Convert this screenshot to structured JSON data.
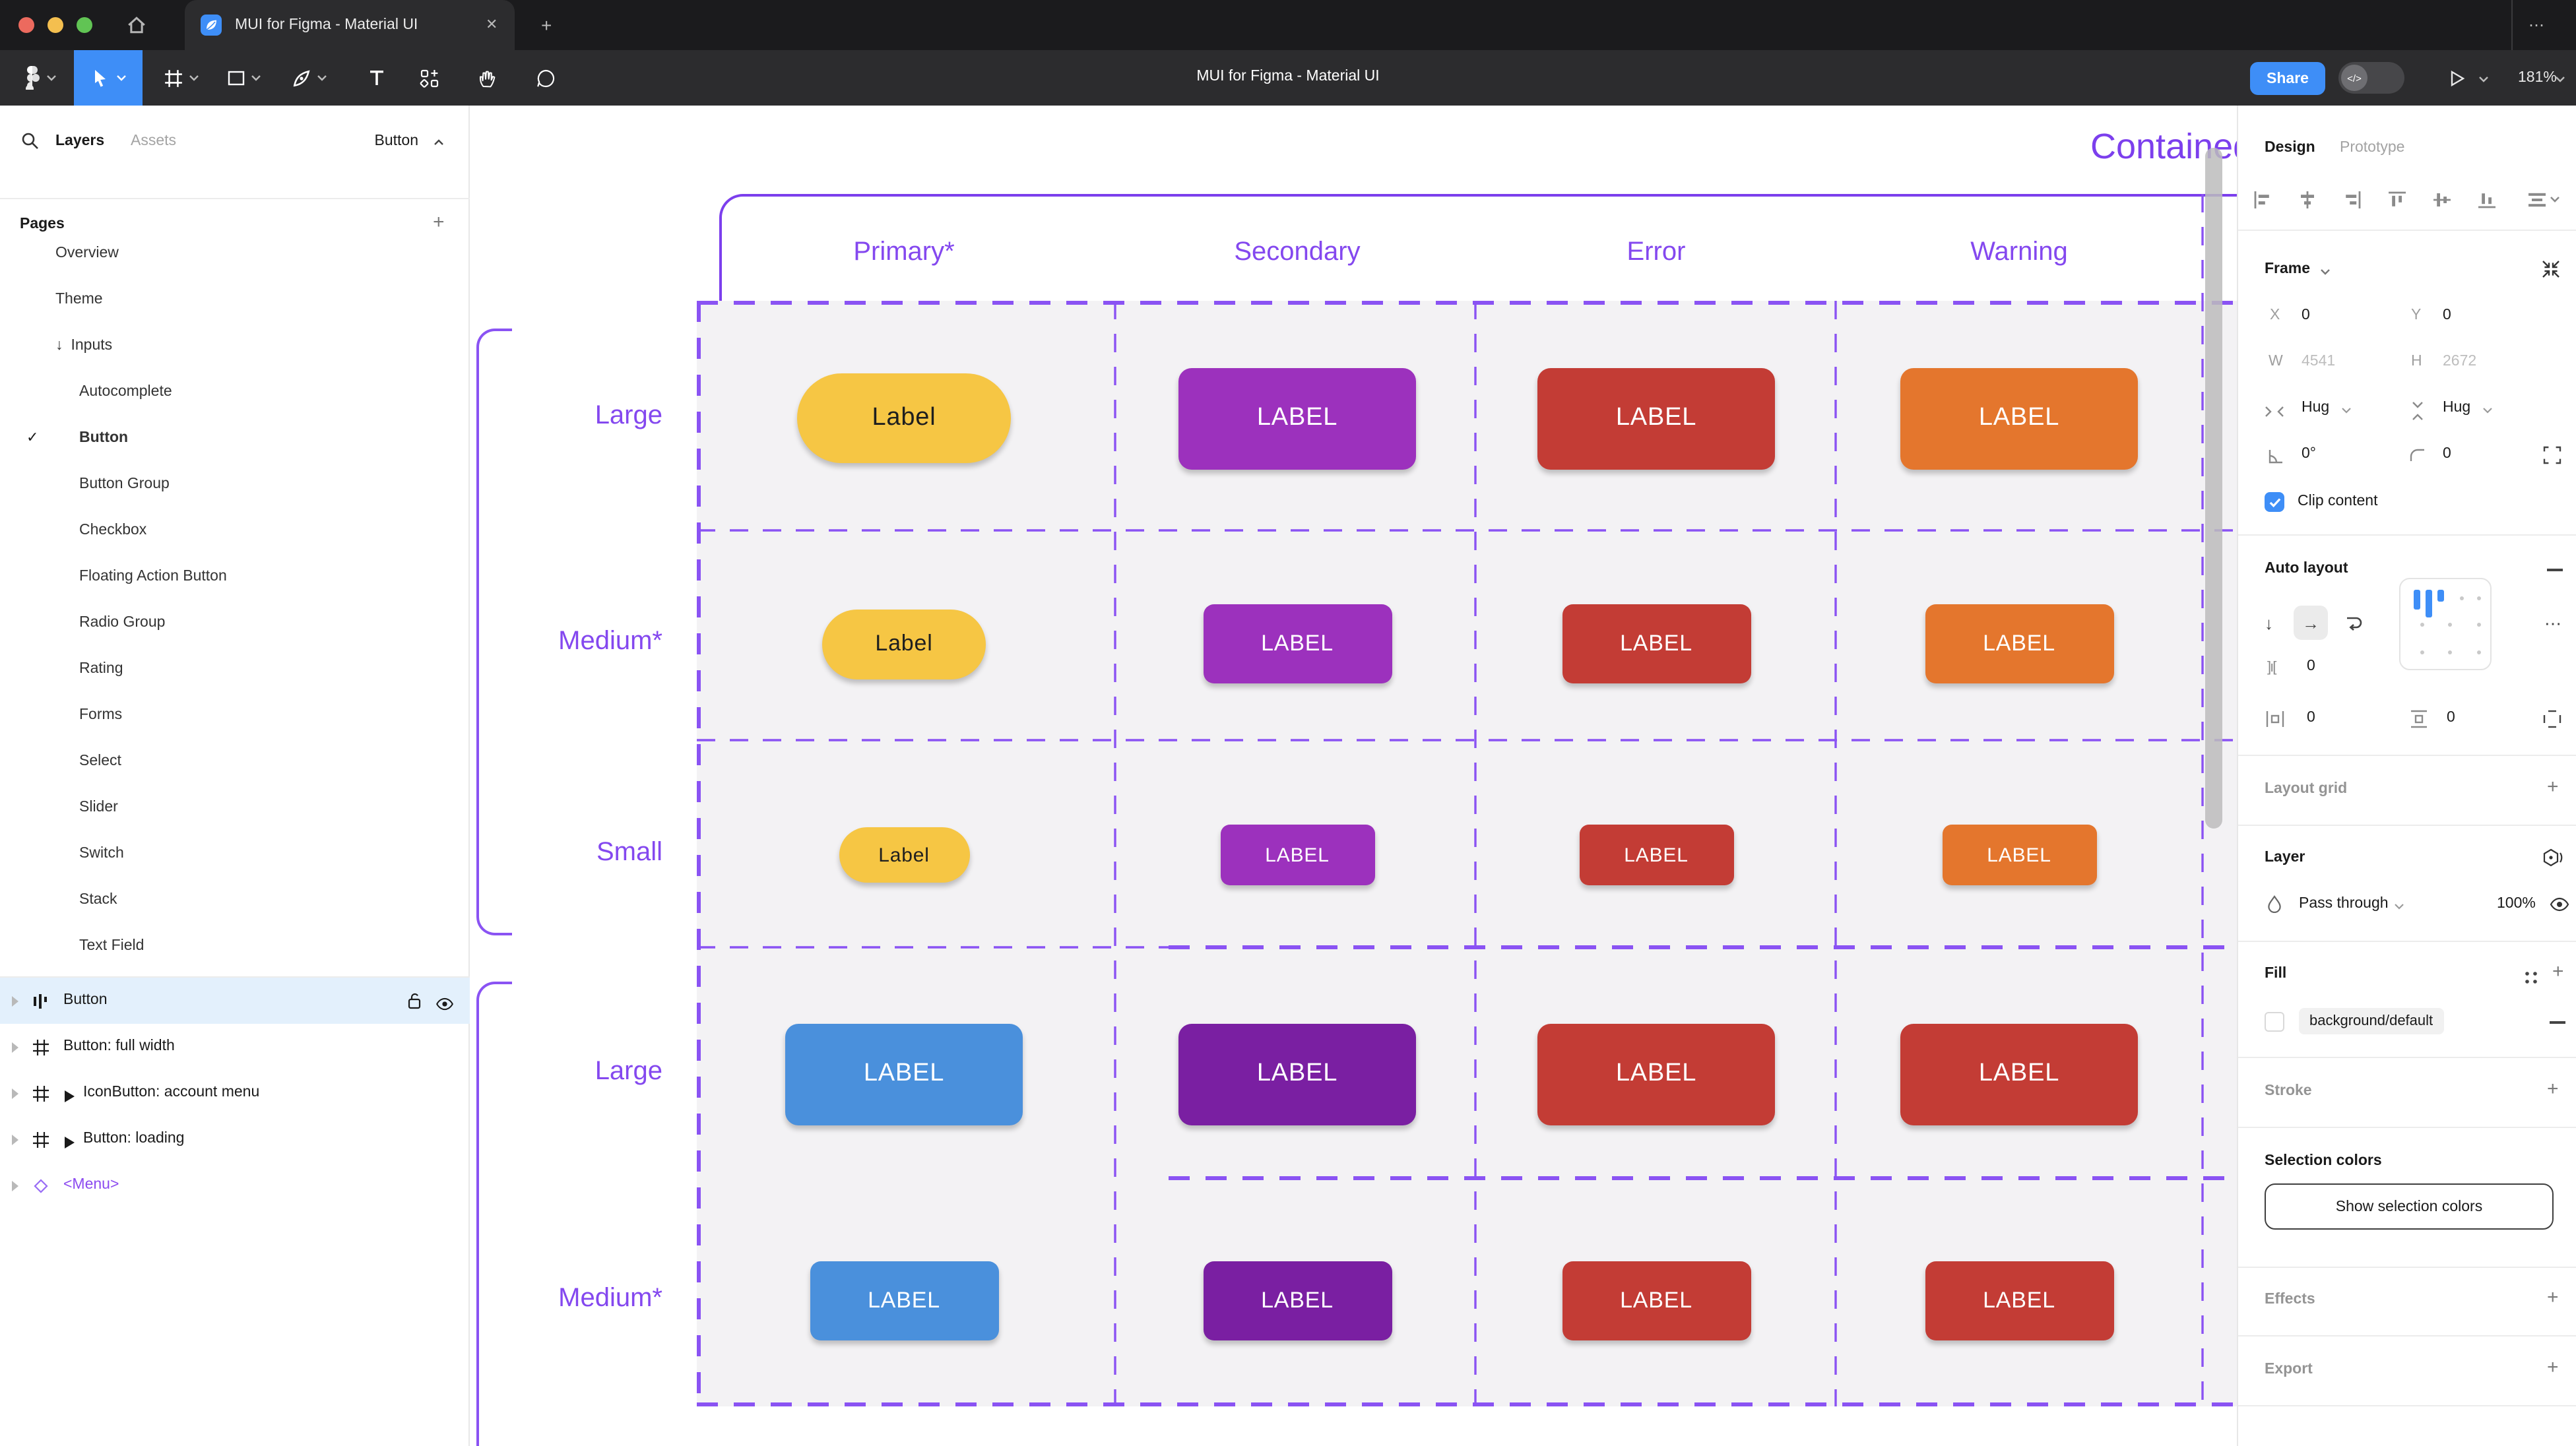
{
  "window": {
    "tab_title": "MUI for Figma - Material UI",
    "close_glyph": "✕",
    "new_tab_glyph": "+",
    "more_glyph": "⋯"
  },
  "toolbar": {
    "doc_title": "MUI for Figma - Material UI",
    "share_label": "Share",
    "dev_glyph": "</>",
    "zoom_level": "181%"
  },
  "sidebar": {
    "layers_tab": "Layers",
    "assets_tab": "Assets",
    "page_selector": "Button",
    "pages_header": "Pages",
    "pages": [
      {
        "label": "Overview"
      },
      {
        "label": "Theme"
      },
      {
        "label": "Inputs",
        "arrow": "↓"
      },
      {
        "label": "Autocomplete",
        "indent": 1
      },
      {
        "label": "Button",
        "indent": 1,
        "checked": true,
        "bold": true
      },
      {
        "label": "Button Group",
        "indent": 1
      },
      {
        "label": "Checkbox",
        "indent": 1
      },
      {
        "label": "Floating Action Button",
        "indent": 1
      },
      {
        "label": "Radio Group",
        "indent": 1
      },
      {
        "label": "Rating",
        "indent": 1
      },
      {
        "label": "Forms",
        "indent": 1
      },
      {
        "label": "Select",
        "indent": 1
      },
      {
        "label": "Slider",
        "indent": 1
      },
      {
        "label": "Switch",
        "indent": 1
      },
      {
        "label": "Stack",
        "indent": 1
      },
      {
        "label": "Text Field",
        "indent": 1
      }
    ],
    "layers": [
      {
        "label": "Button",
        "icon": "autolayout",
        "selected": true
      },
      {
        "label": "Button: full width",
        "icon": "frame"
      },
      {
        "label": "IconButton: account menu",
        "icon": "frame",
        "expand": true
      },
      {
        "label": "Button: loading",
        "icon": "frame",
        "expand": true
      },
      {
        "label": "<Menu>",
        "icon": "component",
        "purple": true
      }
    ]
  },
  "canvas": {
    "frame_title": "Contained",
    "columns": [
      "Primary*",
      "Secondary",
      "Error",
      "Warning"
    ],
    "rows": [
      {
        "label": "Large",
        "size": "lg",
        "buttons": [
          {
            "text": "Label",
            "bg": "#F6C644",
            "fg": "#1F1F1F",
            "pill": true
          },
          {
            "text": "LABEL",
            "bg": "#9C31BD",
            "fg": "#FFFFFF"
          },
          {
            "text": "LABEL",
            "bg": "#C33C35",
            "fg": "#FFFFFF"
          },
          {
            "text": "LABEL",
            "bg": "#E4762D",
            "fg": "#FFFFFF"
          }
        ]
      },
      {
        "label": "Medium*",
        "size": "md",
        "buttons": [
          {
            "text": "Label",
            "bg": "#F6C644",
            "fg": "#1F1F1F",
            "pill": true
          },
          {
            "text": "LABEL",
            "bg": "#9C31BD",
            "fg": "#FFFFFF"
          },
          {
            "text": "LABEL",
            "bg": "#C33C35",
            "fg": "#FFFFFF"
          },
          {
            "text": "LABEL",
            "bg": "#E4762D",
            "fg": "#FFFFFF"
          }
        ]
      },
      {
        "label": "Small",
        "size": "sm",
        "buttons": [
          {
            "text": "Label",
            "bg": "#F6C644",
            "fg": "#1F1F1F",
            "pill": true
          },
          {
            "text": "LABEL",
            "bg": "#9C31BD",
            "fg": "#FFFFFF"
          },
          {
            "text": "LABEL",
            "bg": "#C33C35",
            "fg": "#FFFFFF"
          },
          {
            "text": "LABEL",
            "bg": "#E4762D",
            "fg": "#FFFFFF"
          }
        ]
      },
      {
        "label": "Large",
        "size": "lg",
        "buttons": [
          {
            "text": "LABEL",
            "bg": "#4A90DC",
            "fg": "#FFFFFF"
          },
          {
            "text": "LABEL",
            "bg": "#7A1FA2",
            "fg": "#FFFFFF"
          },
          {
            "text": "LABEL",
            "bg": "#C33C35",
            "fg": "#FFFFFF"
          },
          {
            "text": "LABEL",
            "bg": "#C33C35",
            "fg": "#FFFFFF"
          }
        ]
      },
      {
        "label": "Medium*",
        "size": "md",
        "buttons": [
          {
            "text": "LABEL",
            "bg": "#4A90DC",
            "fg": "#FFFFFF"
          },
          {
            "text": "LABEL",
            "bg": "#7A1FA2",
            "fg": "#FFFFFF"
          },
          {
            "text": "LABEL",
            "bg": "#C33C35",
            "fg": "#FFFFFF"
          },
          {
            "text": "LABEL",
            "bg": "#C33C35",
            "fg": "#FFFFFF"
          }
        ]
      }
    ]
  },
  "panel": {
    "design_tab": "Design",
    "prototype_tab": "Prototype",
    "frame": {
      "title": "Frame",
      "x_label": "X",
      "x_value": "0",
      "y_label": "Y",
      "y_value": "0",
      "w_label": "W",
      "w_value": "4541",
      "h_label": "H",
      "h_value": "2672",
      "hug_h": "Hug",
      "hug_v": "Hug",
      "rotation": "0°",
      "corner_radius": "0",
      "clip_label": "Clip content"
    },
    "auto_layout": {
      "title": "Auto layout",
      "gap_value": "0",
      "padding_h": "0",
      "padding_v": "0",
      "more_glyph": "⋯"
    },
    "layout_grid_title": "Layout grid",
    "layer": {
      "title": "Layer",
      "blend_mode": "Pass through",
      "opacity": "100%"
    },
    "fill": {
      "title": "Fill",
      "style_name": "background/default"
    },
    "stroke_title": "Stroke",
    "selection_colors": {
      "title": "Selection colors",
      "button_label": "Show selection colors"
    },
    "effects_title": "Effects",
    "export_title": "Export"
  },
  "colors": {
    "accent_blue": "#3E8EF7",
    "canvas_purple_text": "#8448EF",
    "canvas_purple_line": "#8A53F3",
    "traffic_red": "#EC6A5E",
    "traffic_yellow": "#F4BF4F",
    "traffic_green": "#61C454",
    "selected_layer_bg": "#E3F0FC"
  }
}
